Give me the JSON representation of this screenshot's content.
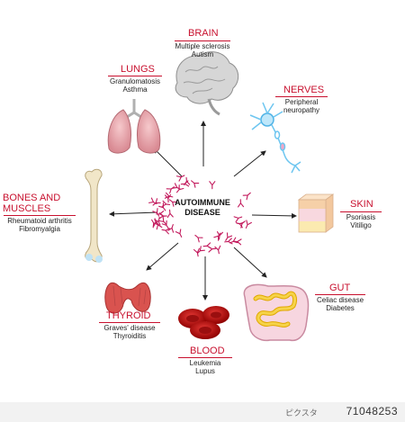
{
  "center": {
    "line1": "AUTOIMMUNE",
    "line2": "DISEASE"
  },
  "organs": {
    "brain": {
      "title": "BRAIN",
      "lines": [
        "Multiple sclerosis",
        "Autism"
      ]
    },
    "lungs": {
      "title": "LUNGS",
      "lines": [
        "Granulomatosis",
        "Asthma"
      ]
    },
    "nerves": {
      "title": "NERVES",
      "lines": [
        "Peripheral",
        "neuropathy"
      ]
    },
    "bones": {
      "title_line1": "BONES and",
      "title_line2": "MUSCLES",
      "lines": [
        "Rheumatoid arthritis",
        "Fibromyalgia"
      ]
    },
    "skin": {
      "title": "SKIN",
      "lines": [
        "Psoriasis",
        "Vitiligo"
      ]
    },
    "thyroid": {
      "title": "THYROID",
      "lines": [
        "Graves' disease",
        "Thyroiditis"
      ]
    },
    "gut": {
      "title": "GUT",
      "lines": [
        "Celiac disease",
        "Diabetes"
      ]
    },
    "blood": {
      "title": "BLOOD",
      "lines": [
        "Leukemia",
        "Lupus"
      ]
    }
  },
  "footer": {
    "brand": "ピクスタ",
    "stock_id": "71048253"
  },
  "colors": {
    "accent": "#c8102e",
    "antibody": "#c2185b",
    "lung": "#e9a3a8",
    "bone": "#f1e6c8",
    "thyroid": "#d9534f",
    "blood": "#c62828",
    "gut": "#f4c430",
    "nerve": "#6ec6f0"
  }
}
